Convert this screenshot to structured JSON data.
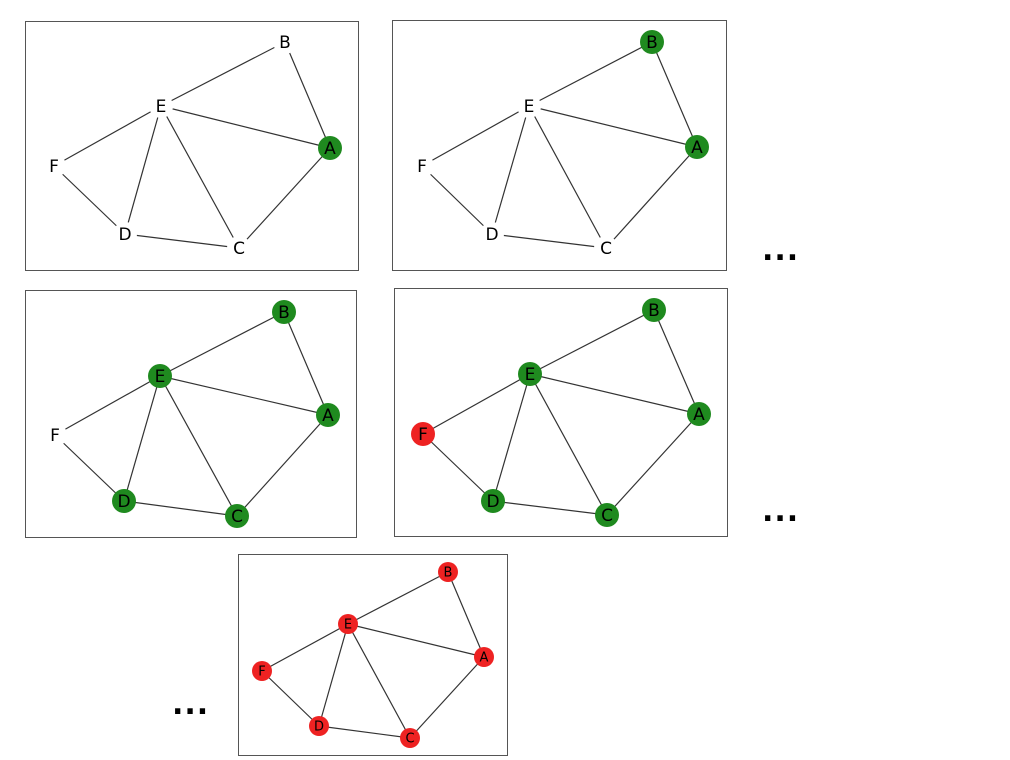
{
  "colors": {
    "visited": "#1f8a1f",
    "red": "#ee2222",
    "edge": "#333333",
    "text": "#000000"
  },
  "graph": {
    "nodes": [
      "A",
      "B",
      "C",
      "D",
      "E",
      "F"
    ],
    "edges": [
      [
        "B",
        "E"
      ],
      [
        "B",
        "A"
      ],
      [
        "E",
        "F"
      ],
      [
        "E",
        "A"
      ],
      [
        "E",
        "D"
      ],
      [
        "E",
        "C"
      ],
      [
        "F",
        "D"
      ],
      [
        "D",
        "C"
      ],
      [
        "C",
        "A"
      ]
    ]
  },
  "panels": [
    {
      "id": "panel-1",
      "states": {
        "A": "visited"
      }
    },
    {
      "id": "panel-2",
      "states": {
        "A": "visited",
        "B": "visited"
      }
    },
    {
      "id": "panel-3",
      "states": {
        "A": "visited",
        "B": "visited",
        "C": "visited",
        "D": "visited",
        "E": "visited"
      }
    },
    {
      "id": "panel-4",
      "states": {
        "A": "visited",
        "B": "visited",
        "C": "visited",
        "D": "visited",
        "E": "visited",
        "F": "red"
      }
    },
    {
      "id": "panel-5",
      "states": {
        "A": "red",
        "B": "red",
        "C": "red",
        "D": "red",
        "E": "red",
        "F": "red"
      }
    }
  ],
  "ellipses": [
    "...",
    "...",
    "..."
  ]
}
